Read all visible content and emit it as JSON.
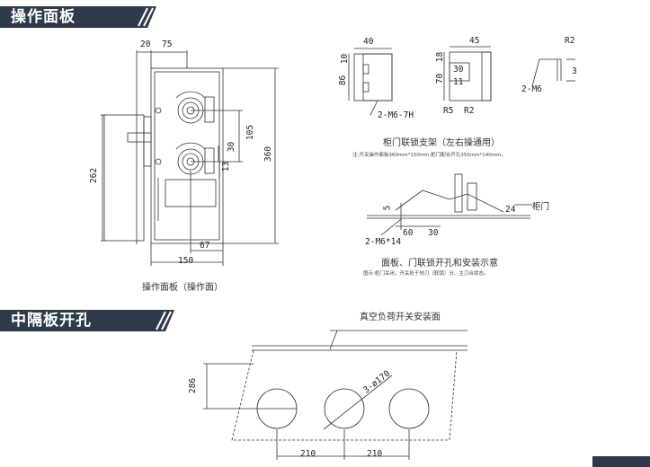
{
  "sections": {
    "operation_panel": "操作面板",
    "middle_partition": "中隔板开孔"
  },
  "panel_dims": {
    "d20": "20",
    "d75": "75",
    "d105": "105",
    "d30": "30",
    "d13": "13",
    "d360": "360",
    "d262": "262",
    "d67": "67",
    "d150": "150"
  },
  "panel_caption": "操作面板（操作面）",
  "bracket_dims": {
    "d40": "40",
    "d10": "10",
    "d86": "86",
    "hole_a": "2-M6-7H",
    "d45": "45",
    "d18": "18",
    "d30": "30",
    "d70": "70",
    "d11": "11",
    "r5": "R5",
    "r2a": "R2",
    "r2b": "R2",
    "d3": "3",
    "m6": "2-M6"
  },
  "bracket_caption": "柜门联锁支架（左右操通用）",
  "bracket_note": "注:开关操作面板360mm*150mm,柜门配合开孔350mm*140mm。",
  "interlock_dims": {
    "d5": "5",
    "d24": "24",
    "d60": "60",
    "d30": "30",
    "hole": "2-M6*14",
    "door": "柜门"
  },
  "interlock_caption": "面板、门联锁开孔和安装示意",
  "interlock_note": "图示:柜门关闭，开关处于地刀（联锁）分、主刀合状态。",
  "partition": {
    "surface_label": "真空负荷开关安装面",
    "holes": "3-ø170",
    "h286": "286",
    "w210a": "210",
    "w210b": "210"
  }
}
